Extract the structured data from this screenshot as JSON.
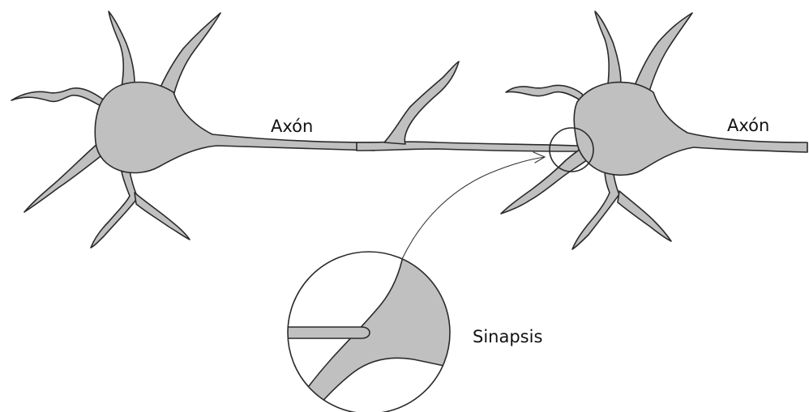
{
  "labels": {
    "axon_left": "Axón",
    "axon_right": "Axón",
    "synapse": "Sinapsis"
  },
  "colors": {
    "cell_fill": "#c0c0c0",
    "outline": "#2a2a2a",
    "background": "#ffffff"
  }
}
